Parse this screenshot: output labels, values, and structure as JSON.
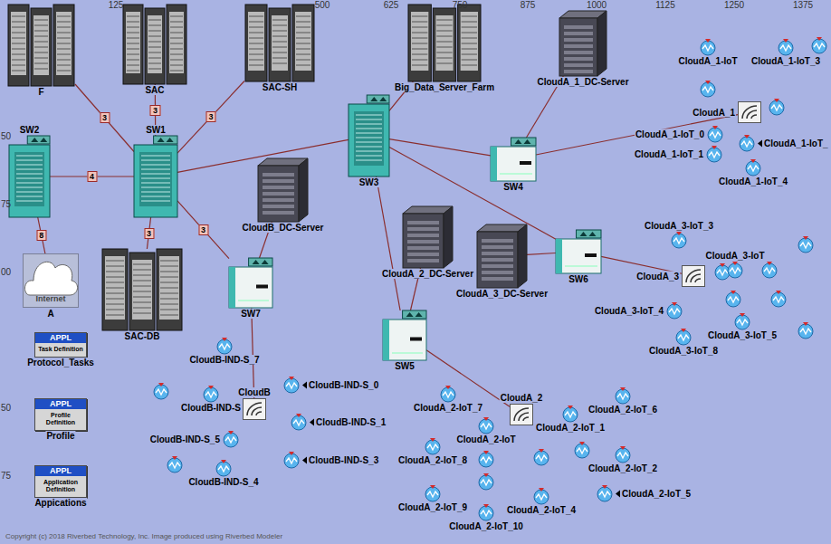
{
  "diagram": {
    "nodes": [
      {
        "text": [
          "F"
        ]
      },
      {
        "text": [
          "SAC"
        ]
      },
      {
        "text": [
          "SAC-SH"
        ]
      },
      {
        "text": [
          "Big_Data_Server_Farm"
        ]
      },
      {
        "text": [
          "CloudA_1_DC-Server"
        ]
      },
      {
        "text": [
          "SW2"
        ]
      },
      {
        "text": [
          "SW1"
        ]
      },
      {
        "text": [
          "SW3"
        ]
      },
      {
        "text": [
          "SW4"
        ]
      },
      {
        "text": [
          "Internet",
          "A"
        ]
      },
      {
        "text": [
          "SAC-DB"
        ]
      },
      {
        "text": [
          "CloudB_DC-Server"
        ]
      },
      {
        "text": [
          "SW7"
        ]
      },
      {
        "text": [
          "CloudA_2_DC-Server"
        ]
      },
      {
        "text": [
          "CloudA_3_DC-Server"
        ]
      },
      {
        "text": [
          "SW6"
        ]
      },
      {
        "text": [
          "SW5"
        ]
      },
      {
        "text": [
          "APPL",
          "Task Definition",
          "Protocol_Tasks"
        ]
      },
      {
        "text": [
          "APPL",
          "Profile Definition",
          "Profile"
        ]
      },
      {
        "text": [
          "APPL",
          "Application Definition",
          "Appications"
        ]
      },
      {
        "text": [
          "CloudA_1"
        ]
      },
      {
        "text": [
          "CloudA_3"
        ]
      },
      {
        "text": [
          "CloudA_2"
        ]
      },
      {
        "text": [
          "CloudB"
        ]
      },
      {
        "text": [
          "CloudA_1-IoT"
        ]
      },
      {
        "text": [
          "CloudA_1-IoT_3"
        ]
      },
      {
        "text": [
          "CloudA_1-IoT_0"
        ]
      },
      {
        "text": [
          "CloudA_1-IoT_1"
        ]
      },
      {
        "text": [
          "CloudA_1-IoT_"
        ]
      },
      {
        "text": [
          "CloudA_1-IoT_4"
        ]
      },
      {
        "text": [
          "CloudA_3-IoT_3"
        ]
      },
      {
        "text": [
          "CloudA_3-IoT"
        ]
      },
      {
        "text": [
          "CloudA_3-IoT_4"
        ]
      },
      {
        "text": [
          "CloudA_3-IoT_5"
        ]
      },
      {
        "text": [
          "CloudA_3-IoT_8"
        ]
      },
      {
        "text": [
          "CloudA_2-IoT_7"
        ]
      },
      {
        "text": [
          "CloudA_2-IoT"
        ]
      },
      {
        "text": [
          "CloudA_2-IoT_8"
        ]
      },
      {
        "text": [
          "CloudA_2-IoT_1"
        ]
      },
      {
        "text": [
          "CloudA_2-IoT_6"
        ]
      },
      {
        "text": [
          "CloudA_2-IoT_2"
        ]
      },
      {
        "text": [
          "CloudA_2-IoT_5"
        ]
      },
      {
        "text": [
          "CloudA_2-IoT_9"
        ]
      },
      {
        "text": [
          "CloudA_2-IoT_4"
        ]
      },
      {
        "text": [
          "CloudA_2-IoT_10"
        ]
      },
      {
        "text": [
          "CloudB-IND-S_7"
        ]
      },
      {
        "text": [
          "CloudB-IND-S"
        ]
      },
      {
        "text": [
          "CloudB-IND-S_0"
        ]
      },
      {
        "text": [
          "CloudB-IND-S_1"
        ]
      },
      {
        "text": [
          "CloudB-IND-S_5"
        ]
      },
      {
        "text": [
          "CloudB-IND-S_3"
        ]
      },
      {
        "text": [
          "CloudB-IND-S_4"
        ]
      }
    ],
    "edges": [
      {
        "from": 0,
        "to": 6,
        "label": "3",
        "arrow": "none"
      },
      {
        "from": 1,
        "to": 6,
        "label": "3",
        "arrow": "none"
      },
      {
        "from": 2,
        "to": 6,
        "label": "3",
        "arrow": "none"
      },
      {
        "from": 5,
        "to": 6,
        "label": "4",
        "arrow": "none"
      },
      {
        "from": 5,
        "to": 9,
        "label": "8",
        "arrow": "none"
      },
      {
        "from": 6,
        "to": 10,
        "label": "3",
        "arrow": "none"
      },
      {
        "from": 6,
        "to": 12,
        "label": "3",
        "arrow": "none"
      },
      {
        "from": 6,
        "to": 7,
        "arrow": "none"
      },
      {
        "from": 7,
        "to": 3,
        "arrow": "none"
      },
      {
        "from": 7,
        "to": 8,
        "arrow": "none"
      },
      {
        "from": 8,
        "to": 4,
        "arrow": "none"
      },
      {
        "from": 8,
        "to": 20,
        "arrow": "none"
      },
      {
        "from": 7,
        "to": 15,
        "arrow": "none"
      },
      {
        "from": 15,
        "to": 14,
        "arrow": "none"
      },
      {
        "from": 15,
        "to": 21,
        "arrow": "none"
      },
      {
        "from": 7,
        "to": 16,
        "arrow": "none"
      },
      {
        "from": 16,
        "to": 13,
        "arrow": "none"
      },
      {
        "from": 16,
        "to": 22,
        "arrow": "none"
      },
      {
        "from": 12,
        "to": 11,
        "arrow": "none"
      },
      {
        "from": 12,
        "to": 23,
        "arrow": "none"
      }
    ],
    "labels": [
      "125",
      "500",
      "625",
      "750",
      "875",
      "1000",
      "1125",
      "1250",
      "1375",
      "50",
      "75",
      "00",
      "50",
      "75",
      "Copyright (c) 2018 Riverbed Technology, Inc. Image produced using Riverbed Modeler"
    ]
  }
}
